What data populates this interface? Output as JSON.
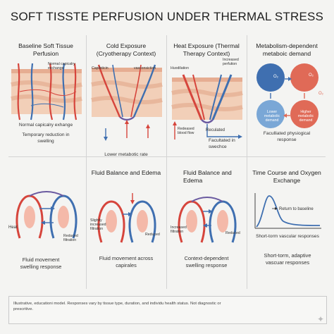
{
  "title": "SOFT TISSTE PERFUSION UNDER THERMAL STRESS",
  "panels": {
    "baseline": {
      "title": "Baseline Soft Tissue Perfusion",
      "label_capillary": "Normal capicalry exchange",
      "caption1": "Normal capicalry exhange",
      "caption2": "Temporary reduction in swelling"
    },
    "cold": {
      "title": "Cold Exposure (Cryotherapy Context)",
      "label_left": "Capilsticin",
      "label_right": "vasconsiction",
      "caption": "Lower metabotic rate"
    },
    "heat": {
      "title": "Heat Exposure (Thermal Therapy Context)",
      "label_left": "Huodilation",
      "label_right": "Increased perfution",
      "label_bottom_left": "Redeased blood flow",
      "label_bottom_mid": "Reculated",
      "caption": "Facultated in swechce"
    },
    "metabolic": {
      "title": "Metabolism-dependent metaboic demand",
      "circle1_label": "Lower metabolic demand",
      "circle2_label": "Higher metabolic demand",
      "o2_a": "O₂",
      "o2_b": "O₂",
      "o2_c": "O₂",
      "caption": "Faculliated physiogical response"
    },
    "fluid1": {
      "label_heat": "Heat",
      "label_reduced": "Reduced filtration",
      "caption": "Fluid movement swelling response"
    },
    "fluid2": {
      "title": "Fluid Balance and Edema",
      "label_slight": "Slightly increased filtration",
      "label_reduced": "Reduced",
      "caption": "Fluid movement across capirales"
    },
    "fluid3": {
      "title": "Fluid Balance and Edema",
      "label_increased": "Increased filtration",
      "label_reduced": "Reduced",
      "caption": "Context-dependent swelling response"
    },
    "time": {
      "title": "Time Course and Oxygen Exchange",
      "label_return": "Return to baseline",
      "caption1": "Short-torm vascular responses",
      "caption2": "Short-torm, adaptive vascuar responses"
    }
  },
  "footer": "Illustrative, educationi model. Responses vary by tissue type, duration, and individu health status. Not diagnostic or prescritive.",
  "colors": {
    "artery": "#d6453c",
    "vein": "#3f6fb0",
    "skin": "#f2cfb8",
    "skin_dark": "#e6ad92",
    "blue_circle": "#7aa7d6",
    "red_circle": "#e06a57"
  }
}
